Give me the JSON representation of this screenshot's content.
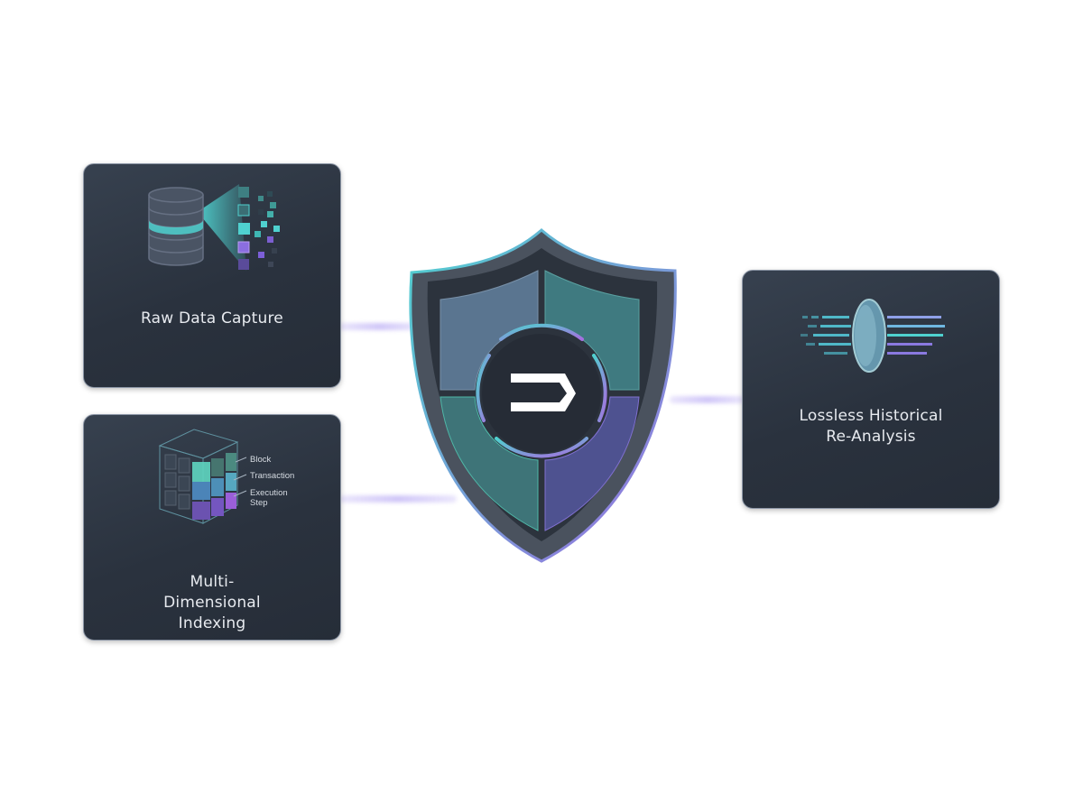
{
  "cards": [
    {
      "title": "Raw Data Capture",
      "icon": "database-icon"
    },
    {
      "title": "Multi-Dimensional Indexing",
      "icon": "cube-index-icon",
      "cube_labels": [
        "Block",
        "Transaction",
        "Execution Step"
      ]
    },
    {
      "title": "Lossless Historical Re-Analysis",
      "icon": "lens-icon"
    }
  ],
  "center": {
    "icon": "shield-logo-icon"
  },
  "colors": {
    "card_bg": "#2b333f",
    "teal": "#4fd1cf",
    "purple": "#9b6ee0",
    "connector": "#c4b8f6"
  }
}
